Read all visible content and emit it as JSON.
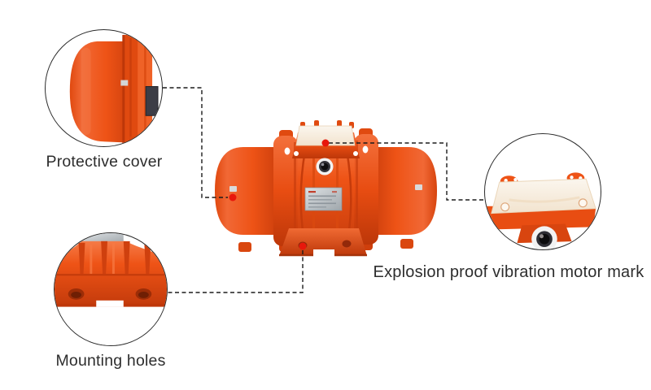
{
  "diagram": {
    "type": "product-feature-callouts",
    "subject": "orange vibration motor photo with three circular detail callouts"
  },
  "callouts": {
    "protective_cover": {
      "label": "Protective cover"
    },
    "mounting_holes": {
      "label": "Mounting holes"
    },
    "motor_mark": {
      "label": "Explosion proof vibration motor mark"
    }
  },
  "markers": {
    "shape": "red-dot",
    "color": "#e8170c",
    "line_style": "black dashed"
  },
  "colors": {
    "motor_orange": "#ee5316",
    "motor_orange_dark": "#c23a0b",
    "motor_orange_light": "#f3703c",
    "marker_red": "#e8170c",
    "connector_line": "#1b1b1b",
    "label_text": "#2d2d2d",
    "circle_border": "#2b2b2b",
    "nameplate_silver": "#b9bfc4",
    "lid_cream": "#f7efe3",
    "background": "#ffffff"
  }
}
